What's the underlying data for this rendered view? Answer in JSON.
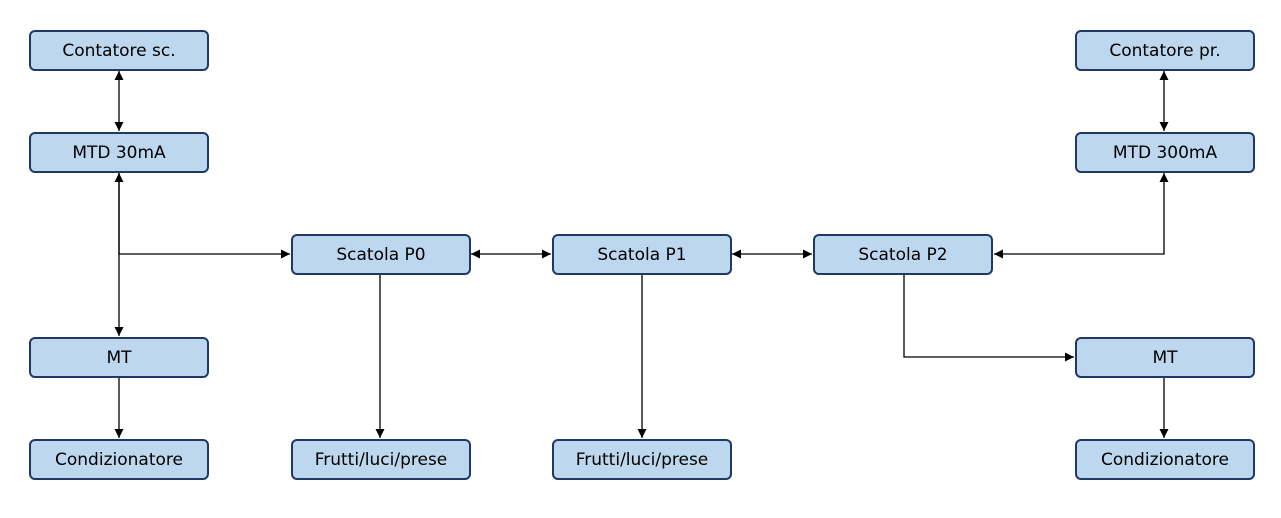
{
  "colors": {
    "node_fill": "#bdd7ee",
    "node_border": "#1f3864",
    "connector": "#000000",
    "background": "#ffffff"
  },
  "nodes": {
    "contatore_sc": {
      "label": "Contatore sc."
    },
    "mtd_30ma": {
      "label": "MTD 30mA"
    },
    "mt_left": {
      "label": "MT"
    },
    "condizionatore_left": {
      "label": "Condizionatore"
    },
    "scatola_p0": {
      "label": "Scatola P0"
    },
    "frutti_p0": {
      "label": "Frutti/luci/prese"
    },
    "scatola_p1": {
      "label": "Scatola P1"
    },
    "frutti_p1": {
      "label": "Frutti/luci/prese"
    },
    "scatola_p2": {
      "label": "Scatola P2"
    },
    "contatore_pr": {
      "label": "Contatore pr."
    },
    "mtd_300ma": {
      "label": "MTD 300mA"
    },
    "mt_right": {
      "label": "MT"
    },
    "condizionatore_right": {
      "label": "Condizionatore"
    }
  },
  "connections": [
    {
      "from": "contatore_sc",
      "to": "mtd_30ma",
      "direction": "both"
    },
    {
      "from": "mtd_30ma",
      "to": "scatola_p0",
      "direction": "both"
    },
    {
      "from": "mtd_30ma",
      "to": "mt_left",
      "direction": "forward"
    },
    {
      "from": "mt_left",
      "to": "condizionatore_left",
      "direction": "forward"
    },
    {
      "from": "scatola_p0",
      "to": "scatola_p1",
      "direction": "both"
    },
    {
      "from": "scatola_p1",
      "to": "scatola_p2",
      "direction": "both"
    },
    {
      "from": "scatola_p0",
      "to": "frutti_p0",
      "direction": "forward"
    },
    {
      "from": "scatola_p1",
      "to": "frutti_p1",
      "direction": "forward"
    },
    {
      "from": "contatore_pr",
      "to": "mtd_300ma",
      "direction": "both"
    },
    {
      "from": "mtd_300ma",
      "to": "scatola_p2",
      "direction": "both"
    },
    {
      "from": "scatola_p2",
      "to": "mt_right",
      "direction": "forward"
    },
    {
      "from": "mt_right",
      "to": "condizionatore_right",
      "direction": "forward"
    }
  ]
}
